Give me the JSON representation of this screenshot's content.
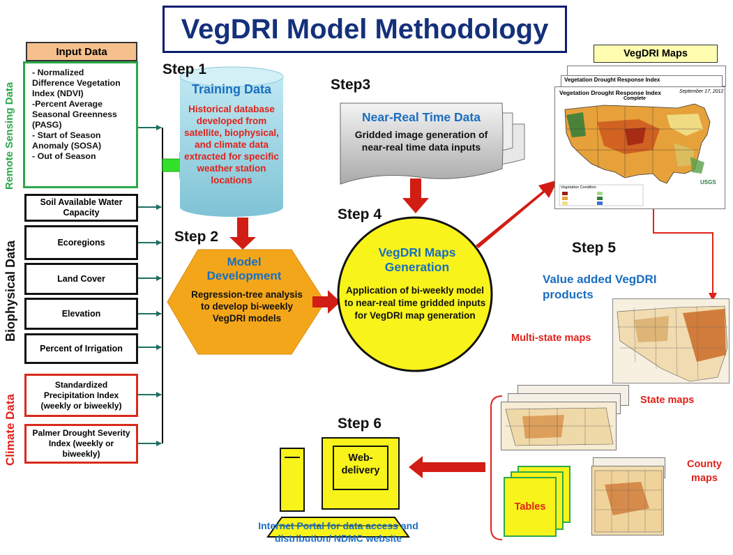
{
  "title": "VegDRI Model Methodology",
  "input_data": {
    "header": "Input Data",
    "remote_sensing_label": "Remote Sensing Data",
    "remote_sensing_items": [
      "- Normalized",
      "Difference Vegetation",
      "Index (NDVI)",
      "-Percent Average",
      "Seasonal Greenness",
      "(PASG)",
      "- Start of Season",
      "Anomaly (SOSA)",
      "- Out of Season"
    ],
    "biophysical_label": "Biophysical Data",
    "biophysical_items": [
      "Soil Available Water Capacity",
      "Ecoregions",
      "Land Cover",
      "Elevation",
      "Percent of Irrigation"
    ],
    "climate_label": "Climate Data",
    "climate_items": [
      "Standardized Precipitation Index (weekly or biweekly)",
      "Palmer Drought Severity Index (weekly or biweekly)"
    ]
  },
  "step1": {
    "label": "Step 1",
    "title": "Training Data",
    "text": "Historical database developed from satellite, biophysical, and climate data extracted for specific weather station locations"
  },
  "step2": {
    "label": "Step 2",
    "title": "Model Development",
    "text": "Regression-tree analysis to develop bi-weekly VegDRI models"
  },
  "step3": {
    "label": "Step3",
    "title": "Near-Real Time Data",
    "text": "Gridded image generation of near-real time data inputs"
  },
  "step4": {
    "label": "Step 4",
    "title": "VegDRI Maps Generation",
    "text": "Application of bi-weekly model to near-real time gridded inputs for VegDRI map generation"
  },
  "maps": {
    "header": "VegDRI Maps",
    "sheet_title": "Vegetation Drought Response Index",
    "sheet_date": "September 17, 2012",
    "sheet_sub": "Complete",
    "usgs": "USGS",
    "legend_title": "Vegetation Condition"
  },
  "step5": {
    "label": "Step 5",
    "title": "Value added VegDRI products",
    "multi_state": "Multi-state maps",
    "state": "State maps",
    "county": "County maps",
    "tables": "Tables"
  },
  "step6": {
    "label": "Step 6",
    "screen_text": "Web-delivery",
    "caption": "Internet Portal for data access and distribution/ NDMC website"
  },
  "colors": {
    "title_blue": "#14307a",
    "text_blue": "#1a6ec0",
    "text_red": "#e0221b",
    "green_border": "#2aa84a",
    "red_border": "#d92a1a",
    "arrow_red": "#d21d14",
    "arrow_green": "#33e02a",
    "teal_arrow": "#1f6e64",
    "hexagon_fill": "#f4a61a",
    "circle_fill": "#f8f31a",
    "computer_fill": "#f8f31a",
    "cylinder_fill": "#9fd6e4"
  },
  "icons": [
    "cylinder-shape",
    "hexagon-shape",
    "document-stack-shape",
    "circle-shape",
    "computer-icon"
  ]
}
